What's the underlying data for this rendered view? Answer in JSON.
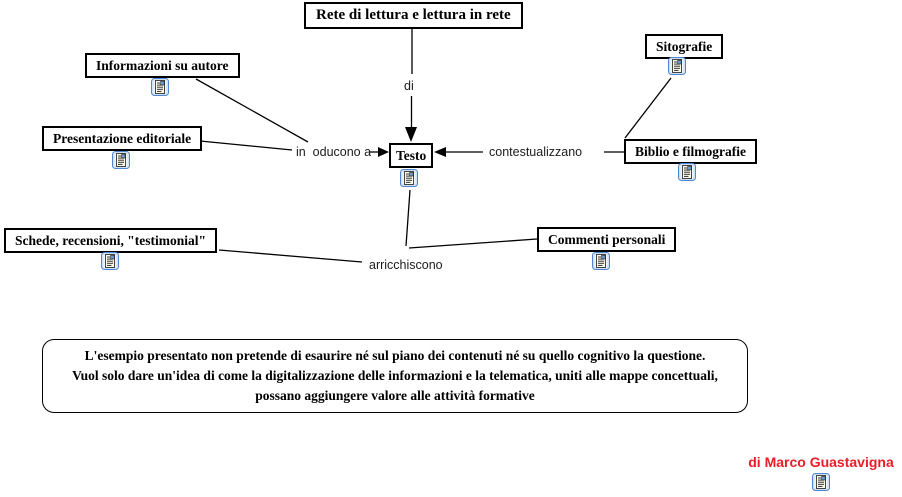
{
  "map": {
    "title": "Rete di lettura e lettura in rete",
    "nodes": {
      "informazioni": "Informazioni su autore",
      "presentazione": "Presentazione editoriale",
      "testo": "Testo",
      "sitografie": "Sitografie",
      "biblio": "Biblio e filmografie",
      "schede": "Schede, recensioni, \"testimonial\"",
      "commenti": "Commenti personali"
    },
    "link_labels": {
      "di": "di",
      "introducono": "in  oducono a",
      "contestualizzano": "contestualizzano",
      "arricchiscono": "arricchiscono"
    }
  },
  "note": {
    "lines": [
      "L'esempio presentato non pretende di esaurire né sul piano dei contenuti né su quello cognitivo la questione.",
      "Vuol solo dare un'idea di come la digitalizzazione delle informazioni e la telematica, uniti alle mappe concettuali,",
      "possano aggiungere valore alle attività formative"
    ]
  },
  "credit": {
    "text": "di Marco Guastavigna"
  },
  "colors": {
    "line": "#000000",
    "node_border": "#000000",
    "credit_text": "#ed1c24",
    "icon_frame_blue": "#4f86d2"
  },
  "icons": {
    "node_resource": "resource-link-icon"
  }
}
